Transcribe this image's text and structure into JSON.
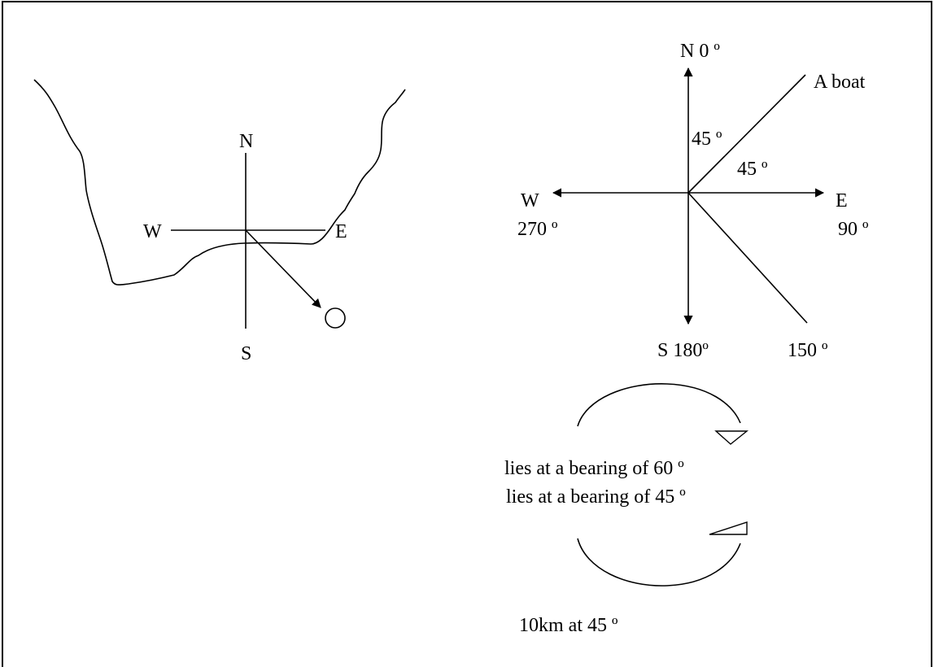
{
  "map_compass": {
    "north": "N",
    "south": "S",
    "west": "W",
    "east": "E"
  },
  "bearing_compass": {
    "north": "N 0 º",
    "south": "S 180º",
    "west": "W",
    "west_angle": "270 º",
    "east": "E",
    "east_angle": "90 º",
    "angle_from_north": "45 º",
    "angle_from_east": "45 º",
    "boat_label": "A boat",
    "bearing_150": "150 º"
  },
  "captions": {
    "line1": "lies at a bearing of 60 º",
    "line2": "lies at a bearing of 45 º",
    "distance": "10km at 45 º"
  },
  "colors": {
    "ink": "#000000",
    "background": "#ffffff"
  }
}
